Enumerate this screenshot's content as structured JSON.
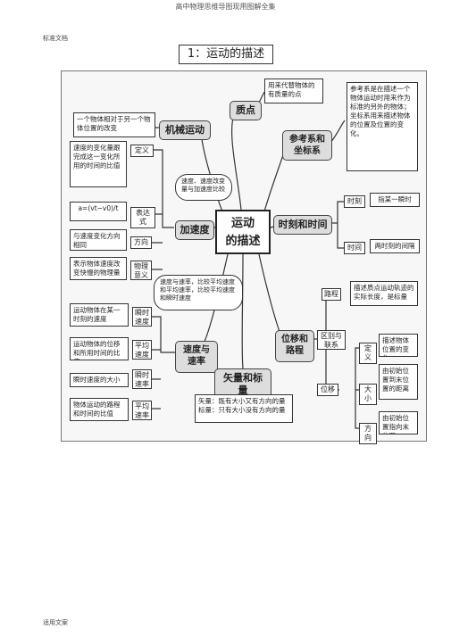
{
  "header": "高中物理思维导图现用图解全集",
  "top_label": "标准文档",
  "bottom_label": "适用文案",
  "title": "1：运动的描述",
  "center": {
    "line1": "运动",
    "line2": "的描述"
  },
  "zhidian": {
    "node": "质点",
    "desc": "用来代替物体的有质量的点"
  },
  "jixie": {
    "node": "机械运动",
    "desc": "一个物体相对于另一个物体位置的改变"
  },
  "cankao": {
    "node": "参考系和坐标系",
    "desc": "参考系是在描述一个物体运动时用来作为标准的另外的物体；坐标系用来描述物体的位置及位置的变化。"
  },
  "jiasudu": {
    "node": "加速度",
    "bubble": "速度、速度改变量与加速度比较",
    "define_tag": "定义",
    "define_desc": "速度的变化量跟完成这一变化所用的时间的比值",
    "formula_tag": "表达式",
    "formula": "a=(vt−v0)/t",
    "dir_tag": "方向",
    "dir_desc": "与速度变化方向相同",
    "phys_tag": "物理意义",
    "phys_desc": "表示物体速度改变快慢的物理量"
  },
  "shike": {
    "node": "时刻和时间",
    "moment_tag": "时刻",
    "moment_desc": "指某一瞬时",
    "time_tag": "时间",
    "time_desc": "两时刻的间隔"
  },
  "sulv_bubble": "速度与速率，比较平均速度和平均速率，比较平均速度和瞬时速度",
  "sudu": {
    "node": "速度与速率",
    "inst_v_tag": "瞬时速度",
    "inst_v_desc": "运动物体在某一时刻的速度",
    "avg_v_tag": "平均速度",
    "avg_v_desc": "运动物体的位移和所用时间的比值",
    "inst_r_tag": "瞬时速率",
    "inst_r_desc": "瞬时速度的大小",
    "avg_r_tag": "平均速率",
    "avg_r_desc": "物体运动的路程和时间的比值"
  },
  "shiliang": {
    "node": "矢量和标量",
    "desc": "矢量：既有大小又有方向的量 标量：只有大小没有方向的量"
  },
  "weiyi": {
    "node": "位移和路程",
    "path_tag": "路程",
    "path_desc": "描述质点运动轨迹的实际长度，是标量",
    "diff_tag": "区别与联系",
    "disp_tag": "位移",
    "define_tag": "定义",
    "define_desc": "描述物体位置的变化",
    "size_tag": "大小",
    "size_desc": "由初始位置到末位置的距离",
    "dir_tag": "方向",
    "dir_desc": "由初始位置指向末位置"
  }
}
